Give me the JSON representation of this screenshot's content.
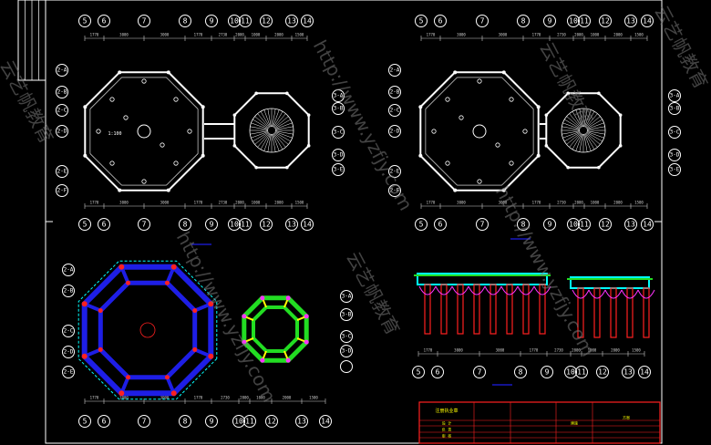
{
  "axes_top": [
    "5",
    "6",
    "7",
    "8",
    "9",
    "10",
    "11",
    "12",
    "13",
    "14"
  ],
  "axes_side_upper": [
    "2-A",
    "2-B",
    "2-C",
    "2-D",
    "2-E",
    "2-F"
  ],
  "axes_side_small": [
    "3-A",
    "3-B",
    "3-C",
    "3-D",
    "3-E"
  ],
  "axes_side_lower": [
    "2-A",
    "2-B",
    "2-C",
    "2-D",
    "2-E"
  ],
  "axes_side_lower_small": [
    "3-A",
    "3-B",
    "3-C",
    "3-D"
  ],
  "axes_section_bottom": [
    "5",
    "6",
    "7",
    "8",
    "9",
    "10",
    "11",
    "12",
    "13",
    "14"
  ],
  "dims_top": [
    "1770",
    "3000",
    "3000",
    "1770",
    "2730",
    "2000",
    "1000",
    "2000",
    "1500",
    "1000"
  ],
  "plan_label": "1:100",
  "title_block": {
    "project": "注册执业章",
    "rows": [
      "设  计",
      "负  责",
      "审  核"
    ],
    "drawing_no": "建施",
    "stage": "方案"
  },
  "watermarks": [
    "http://www.yzfjy.com",
    "云艺帆教育"
  ],
  "colors": {
    "line": "#ffffff",
    "dim": "#cccccc",
    "blue": "#1e1ee6",
    "green": "#22dd22",
    "red": "#ff2020",
    "cyan": "#00ffff",
    "magenta": "#ff33ff",
    "tb": "#ff2020",
    "tbtext": "#ffff00",
    "wm": "#7a7a7a"
  }
}
